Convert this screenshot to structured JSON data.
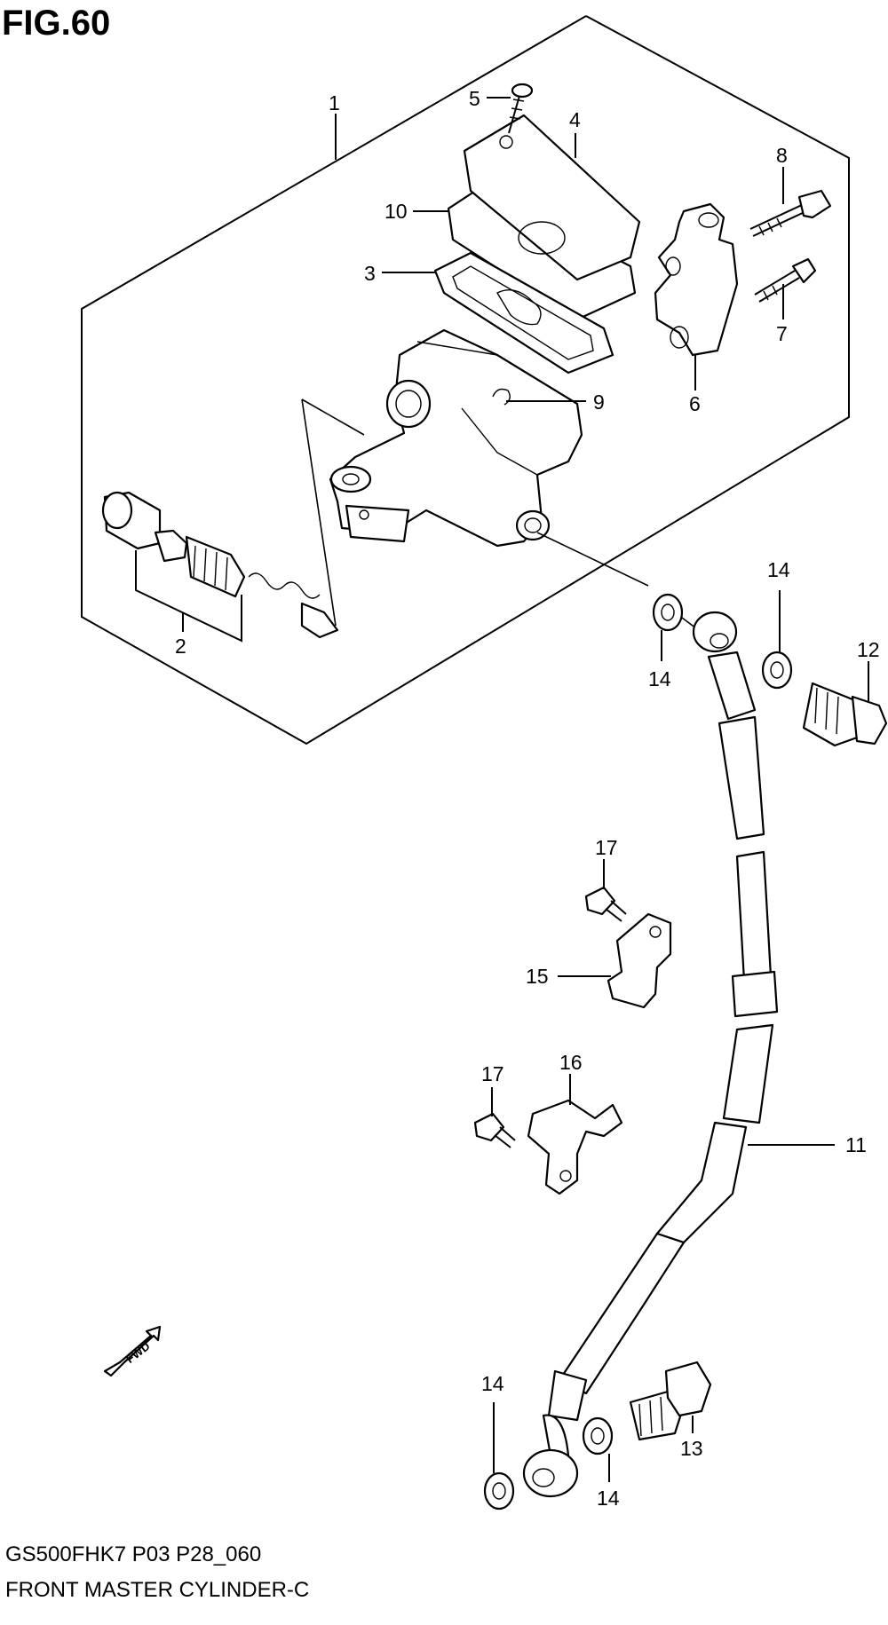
{
  "figure": {
    "title": "FIG.60",
    "model_code": "GS500FHK7 P03 P28_060",
    "name": "FRONT MASTER CYLINDER-C"
  },
  "direction_marker": {
    "label": "FWD",
    "icon": "fwd-arrow-icon"
  },
  "callouts": {
    "c1": "1",
    "c2": "2",
    "c3": "3",
    "c4": "4",
    "c5": "5",
    "c6": "6",
    "c7": "7",
    "c8": "8",
    "c9": "9",
    "c10": "10",
    "c11": "11",
    "c12": "12",
    "c13": "13",
    "c14a": "14",
    "c14b": "14",
    "c14c": "14",
    "c14d": "14",
    "c15": "15",
    "c16": "16",
    "c17a": "17",
    "c17b": "17"
  }
}
